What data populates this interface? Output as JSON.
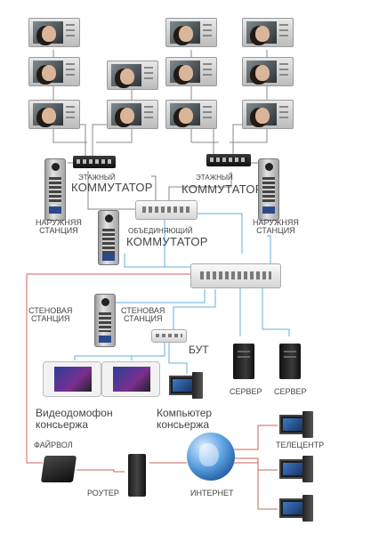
{
  "labels": {
    "floor_switch_left_1": "ЭТАЖНЫЙ",
    "floor_switch_left_2": "КОММУТАТОР",
    "floor_switch_right_1": "ЭТАЖНЫЙ",
    "floor_switch_right_2": "КОММУТАТОР",
    "outdoor_left_1": "НАРУЖНЯЯ",
    "outdoor_left_2": "СТАНЦИЯ",
    "outdoor_right_1": "НАРУЖНЯЯ",
    "outdoor_right_2": "СТАНЦИЯ",
    "main_switch_1": "ОБЪЕДИНЯЮЩИЙ",
    "main_switch_2": "КОММУТАТОР",
    "wall_station_left_1": "СТЕНОВАЯ",
    "wall_station_left_2": "СТАНЦИЯ",
    "wall_station_right_1": "СТЕНОВАЯ",
    "wall_station_right_2": "СТАНЦИЯ",
    "but": "БУТ",
    "server_1": "СЕРВЕР",
    "server_2": "СЕРВЕР",
    "concierge_intercom_1": "Видеодомофон",
    "concierge_intercom_2": "консьержа",
    "concierge_pc_1": "Компьютер",
    "concierge_pc_2": "консьержа",
    "firewall": "ФАЙРВОЛ",
    "router": "РОУТЕР",
    "internet": "ИНТЕРНЕТ",
    "telecenter": "ТЕЛЕЦЕНТР"
  },
  "colors": {
    "blue_wire": "#5fb0de",
    "red_wire": "#c8645a",
    "gray_wire": "#8a8a8a"
  }
}
